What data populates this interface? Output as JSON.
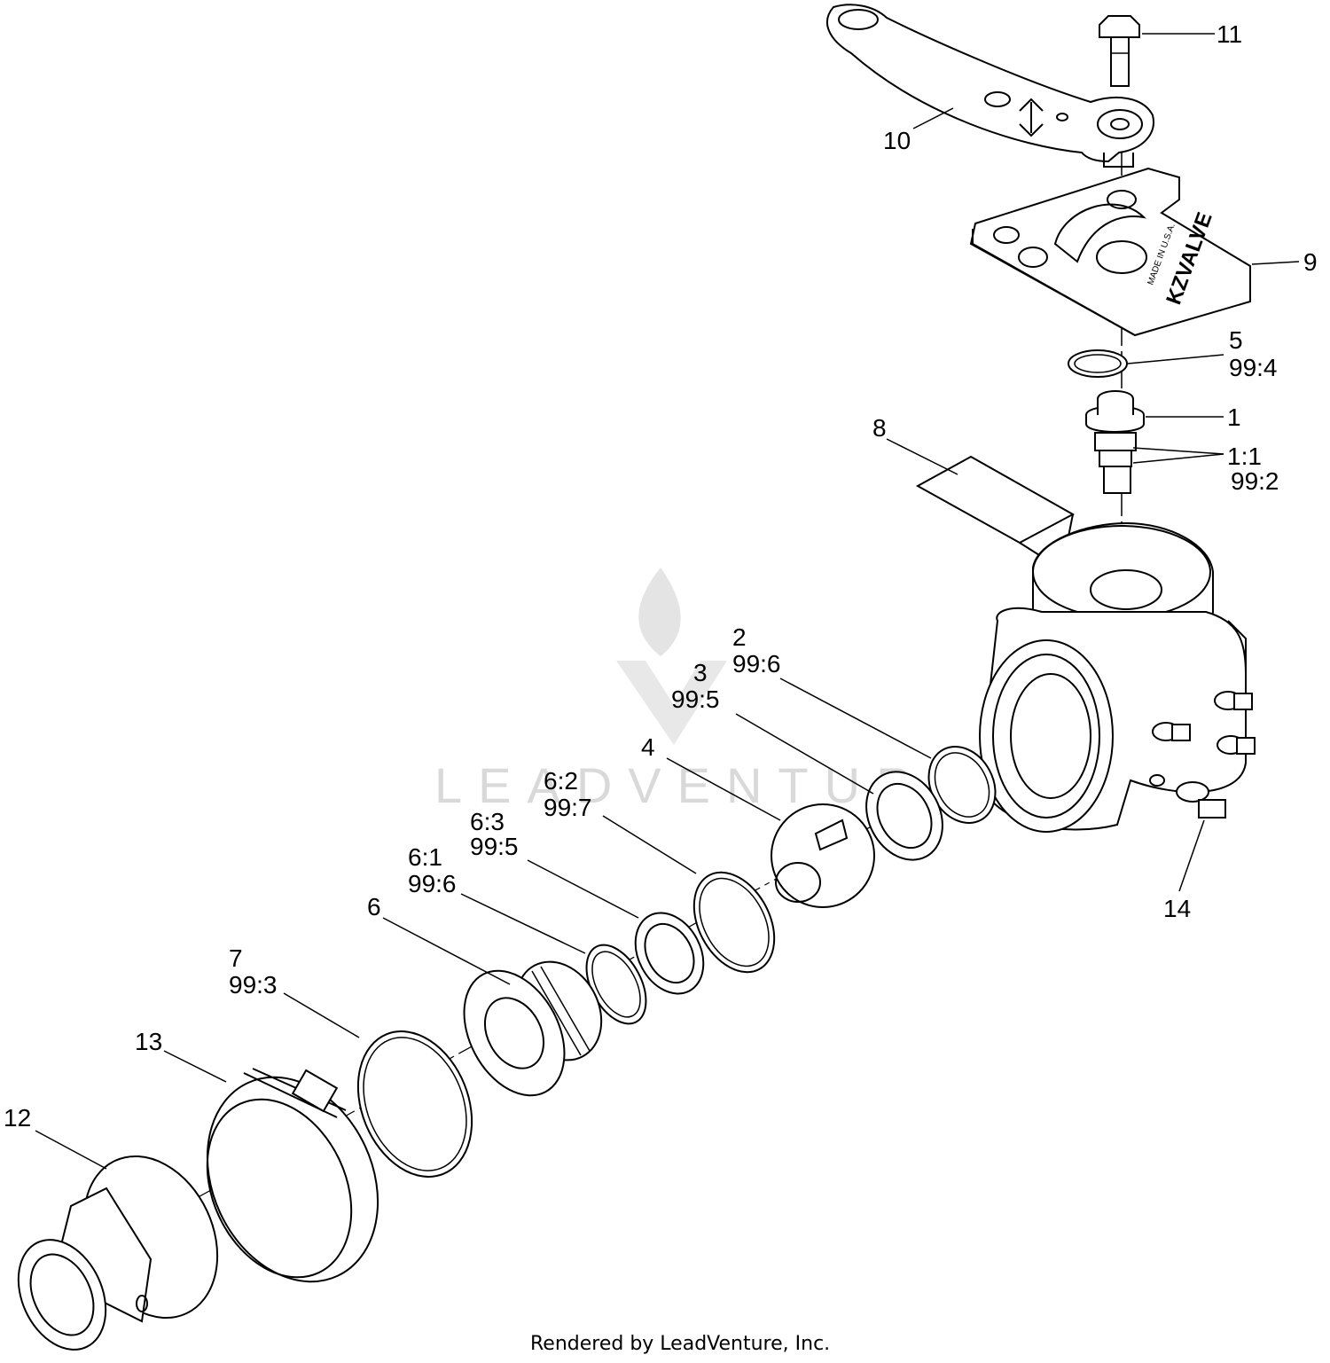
{
  "diagram": {
    "callouts": {
      "c1": "1",
      "c1_1": "1:1",
      "c99_2": "99:2",
      "c2": "2",
      "c2_sub": "99:6",
      "c3": "3",
      "c3_sub": "99:5",
      "c4": "4",
      "c5": "5",
      "c5_sub": "99:4",
      "c6": "6",
      "c6_1": "6:1",
      "c6_1_sub": "99:6",
      "c6_2": "6:2",
      "c6_2_sub": "99:7",
      "c6_3": "6:3",
      "c6_3_sub": "99:5",
      "c7": "7",
      "c7_sub": "99:3",
      "c8": "8",
      "c9": "9",
      "c10": "10",
      "c11": "11",
      "c12": "12",
      "c13": "13",
      "c14": "14"
    },
    "plate_marking": "KZVALVE",
    "plate_marking_small": "MADE IN U.S.A.",
    "watermark_text": "LEADVENTURE",
    "footer": "Rendered by LeadVenture, Inc."
  }
}
